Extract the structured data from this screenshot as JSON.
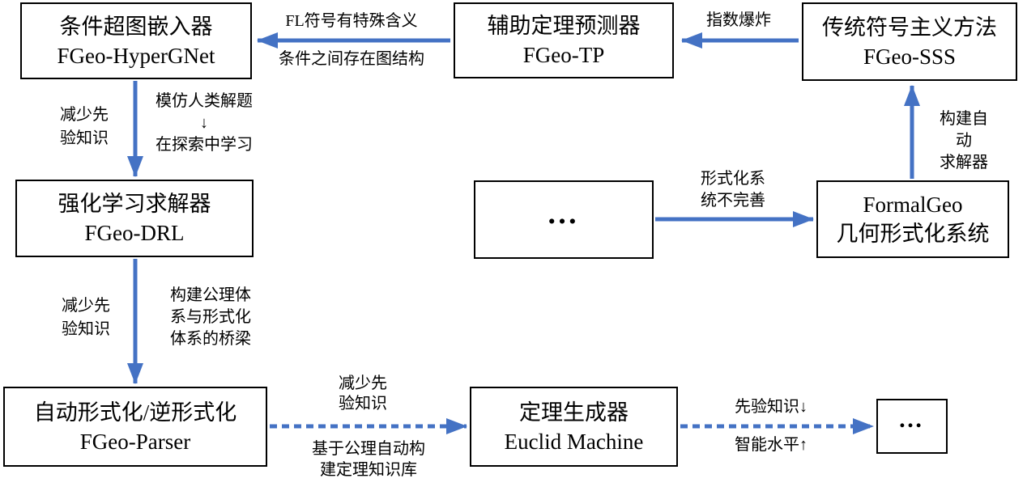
{
  "diagram": {
    "title": "FormalGeo solvers flowchart",
    "boxes": [
      {
        "id": "fgeo-hypergnet",
        "line1": "条件超图嵌入器",
        "line2": "FGeo-HyperGNet"
      },
      {
        "id": "fgeo-tp",
        "line1": "辅助定理预测器",
        "line2": "FGeo-TP"
      },
      {
        "id": "fgeo-sss",
        "line1": "传统符号主义方法",
        "line2": "FGeo-SSS"
      },
      {
        "id": "fgeo-drl",
        "line1": "强化学习求解器",
        "line2": "FGeo-DRL"
      },
      {
        "id": "ellipsis-mid",
        "line1": "…"
      },
      {
        "id": "formalgeo",
        "line1": "FormalGeo",
        "line2": "几何形式化系统"
      },
      {
        "id": "fgeo-parser",
        "line1": "自动形式化/逆形式化",
        "line2": "FGeo-Parser"
      },
      {
        "id": "euclid-machine",
        "line1": "定理生成器",
        "line2": "Euclid Machine"
      },
      {
        "id": "ellipsis-end",
        "line1": "…"
      }
    ],
    "edge_labels": {
      "tp_to_hypergnet_top": "FL符号有特殊含义",
      "tp_to_hypergnet_bottom": "条件之间存在图结构",
      "sss_to_tp": "指数爆炸",
      "hypergnet_to_drl_left": "减少先\n验知识",
      "hypergnet_to_drl_right": "模仿人类解题\n↓\n在探索中学习",
      "formalgeo_to_sss": "构建自动\n求解器",
      "ellipsis_to_formalgeo": "形式化系\n统不完善",
      "drl_to_parser_left": "减少先\n验知识",
      "drl_to_parser_right": "构建公理体\n系与形式化\n体系的桥梁",
      "parser_to_euclid_top": "减少先\n验知识",
      "parser_to_euclid_bottom": "基于公理自动构\n建定理知识库",
      "euclid_to_ellipsis_top": "先验知识↓",
      "euclid_to_ellipsis_bottom": "智能水平↑"
    },
    "colors": {
      "arrow": "#4472C4",
      "border": "#000000",
      "background": "#FFFFFF",
      "text": "#000000"
    }
  }
}
